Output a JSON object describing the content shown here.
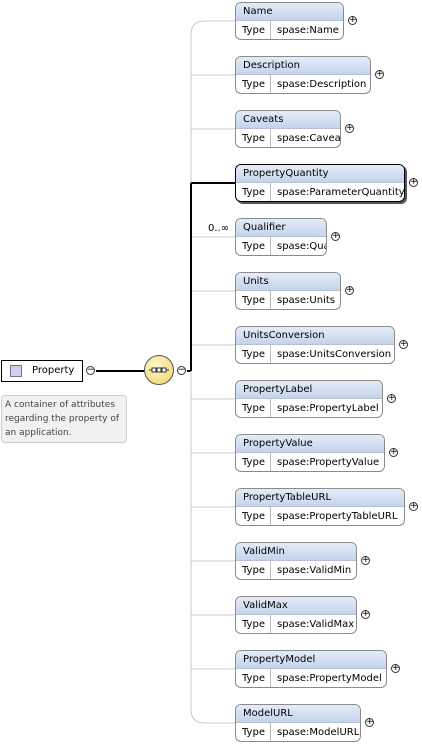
{
  "root": {
    "label": "Property",
    "note": [
      "A container of attributes",
      "regarding the property of",
      "an application."
    ]
  },
  "elements": [
    {
      "name": "Name",
      "type_label": "Type",
      "type": "spase:Name"
    },
    {
      "name": "Description",
      "type_label": "Type",
      "type": "spase:Description"
    },
    {
      "name": "Caveats",
      "type_label": "Type",
      "type": "spase:Caveats"
    },
    {
      "name": "PropertyQuantity",
      "type_label": "Type",
      "type": "spase:ParameterQuantity",
      "selected": true
    },
    {
      "name": "Qualifier",
      "type_label": "Type",
      "type": "spase:Qualifier",
      "multiplicity": "0..∞"
    },
    {
      "name": "Units",
      "type_label": "Type",
      "type": "spase:Units"
    },
    {
      "name": "UnitsConversion",
      "type_label": "Type",
      "type": "spase:UnitsConversion"
    },
    {
      "name": "PropertyLabel",
      "type_label": "Type",
      "type": "spase:PropertyLabel"
    },
    {
      "name": "PropertyValue",
      "type_label": "Type",
      "type": "spase:PropertyValue"
    },
    {
      "name": "PropertyTableURL",
      "type_label": "Type",
      "type": "spase:PropertyTableURL"
    },
    {
      "name": "ValidMin",
      "type_label": "Type",
      "type": "spase:ValidMin"
    },
    {
      "name": "ValidMax",
      "type_label": "Type",
      "type": "spase:ValidMax"
    },
    {
      "name": "PropertyModel",
      "type_label": "Type",
      "type": "spase:PropertyModel"
    },
    {
      "name": "ModelURL",
      "type_label": "Type",
      "type": "spase:ModelURL"
    }
  ],
  "symbols": {
    "collapse": "−",
    "expand": "+"
  }
}
